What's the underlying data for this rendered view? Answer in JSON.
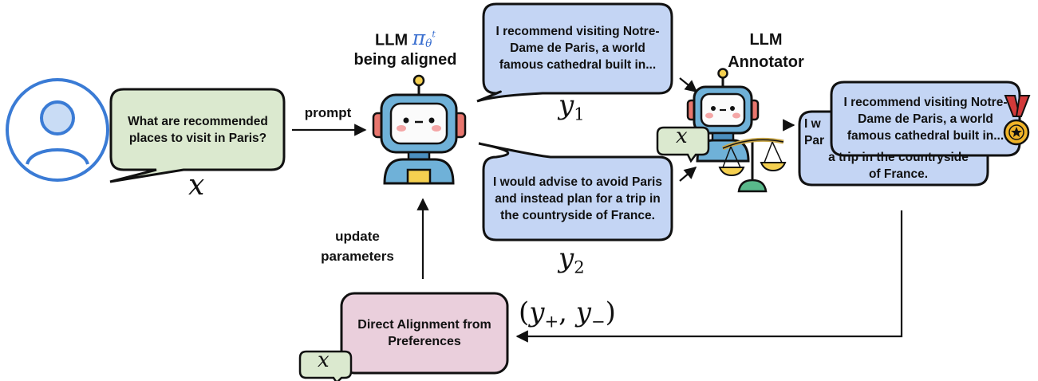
{
  "user": {
    "icon": "user-icon",
    "color": "#3a7bd5"
  },
  "question_bubble": {
    "text": "What are recommended places to visit in Paris?",
    "color": "#dbe9cf"
  },
  "x_label": "x",
  "prompt_label": "prompt",
  "policy": {
    "title_prefix": "LLM",
    "symbol": "π",
    "symbol_sub": "θ",
    "symbol_sup": "t",
    "subtitle": "being aligned",
    "icon": "robot-icon"
  },
  "response_1": {
    "text": "I recommend visiting Notre-Dame de Paris, a world famous cathedral built in...",
    "label": "y",
    "label_sub": "1",
    "color": "#c4d5f4"
  },
  "response_2": {
    "text": "I would advise to avoid Paris and instead plan for a trip in the countryside of France.",
    "label": "y",
    "label_sub": "2",
    "color": "#c4d5f4"
  },
  "annotator": {
    "title": "LLM Annotator",
    "icon": "robot-icon",
    "scale_icon": "balance-scale-icon",
    "context_label": "x"
  },
  "ranked": {
    "winner_text": "I recommend visiting Notre-Dame de Paris, a world famous cathedral built in...",
    "loser_text_visible": "I w Par a trip in the countryside of France.",
    "loser_line_1": "I w",
    "loser_line_2": "Par",
    "loser_line_3": "a trip in the countryside",
    "loser_line_4": "of France.",
    "medal_icon": "medal-icon"
  },
  "pair_label": "(y+, y−)",
  "pair": {
    "open": "(",
    "y": "y",
    "plus": "+",
    "comma": ", ",
    "minus": "−",
    "close": ")"
  },
  "dap": {
    "text": "Direct Alignment from Preferences",
    "color": "#eacfdc",
    "context_label": "x"
  },
  "update_label": "update parameters"
}
